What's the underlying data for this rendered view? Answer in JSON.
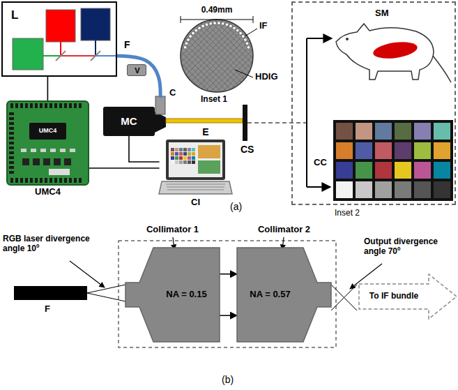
{
  "diagram": {
    "nodes": [
      {
        "text": [
          "L"
        ]
      },
      {
        "text": [
          "V"
        ]
      },
      {
        "text": [
          "MC"
        ]
      },
      {
        "text": [
          "UMC4"
        ]
      },
      {
        "text": [
          "CI"
        ]
      },
      {
        "text": [
          "Inset 2"
        ]
      },
      {
        "text": [
          "SM"
        ],
        "in": 5
      },
      {
        "text": [
          "CC"
        ],
        "in": 5
      },
      {
        "text": [
          "Collimator 1",
          "NA = 0.15"
        ]
      },
      {
        "text": [
          "Collimator 2",
          "NA = 0.57"
        ]
      },
      {
        "text": [
          "To IF bundle"
        ]
      }
    ],
    "edges": [
      {
        "from": 0,
        "to": 3,
        "arrow": "none"
      },
      {
        "from": 3,
        "to": 4,
        "arrow": "none"
      },
      {
        "from": 2,
        "to": 4,
        "arrow": "none"
      },
      {
        "from": 0,
        "to": 2,
        "arrow": "none"
      },
      {
        "from": 8,
        "to": 9,
        "arrow": "to"
      },
      {
        "from": 8,
        "to": 9,
        "arrow": "to"
      }
    ],
    "labels": [
      "0.49mm",
      "IF",
      "HDIG",
      "Inset 1",
      "F",
      "C",
      "E",
      "CS",
      "UMC4",
      "(a)",
      "RGB laser divergence angle 10º",
      "F",
      "Output divergence angle 70º",
      "(b)"
    ]
  }
}
